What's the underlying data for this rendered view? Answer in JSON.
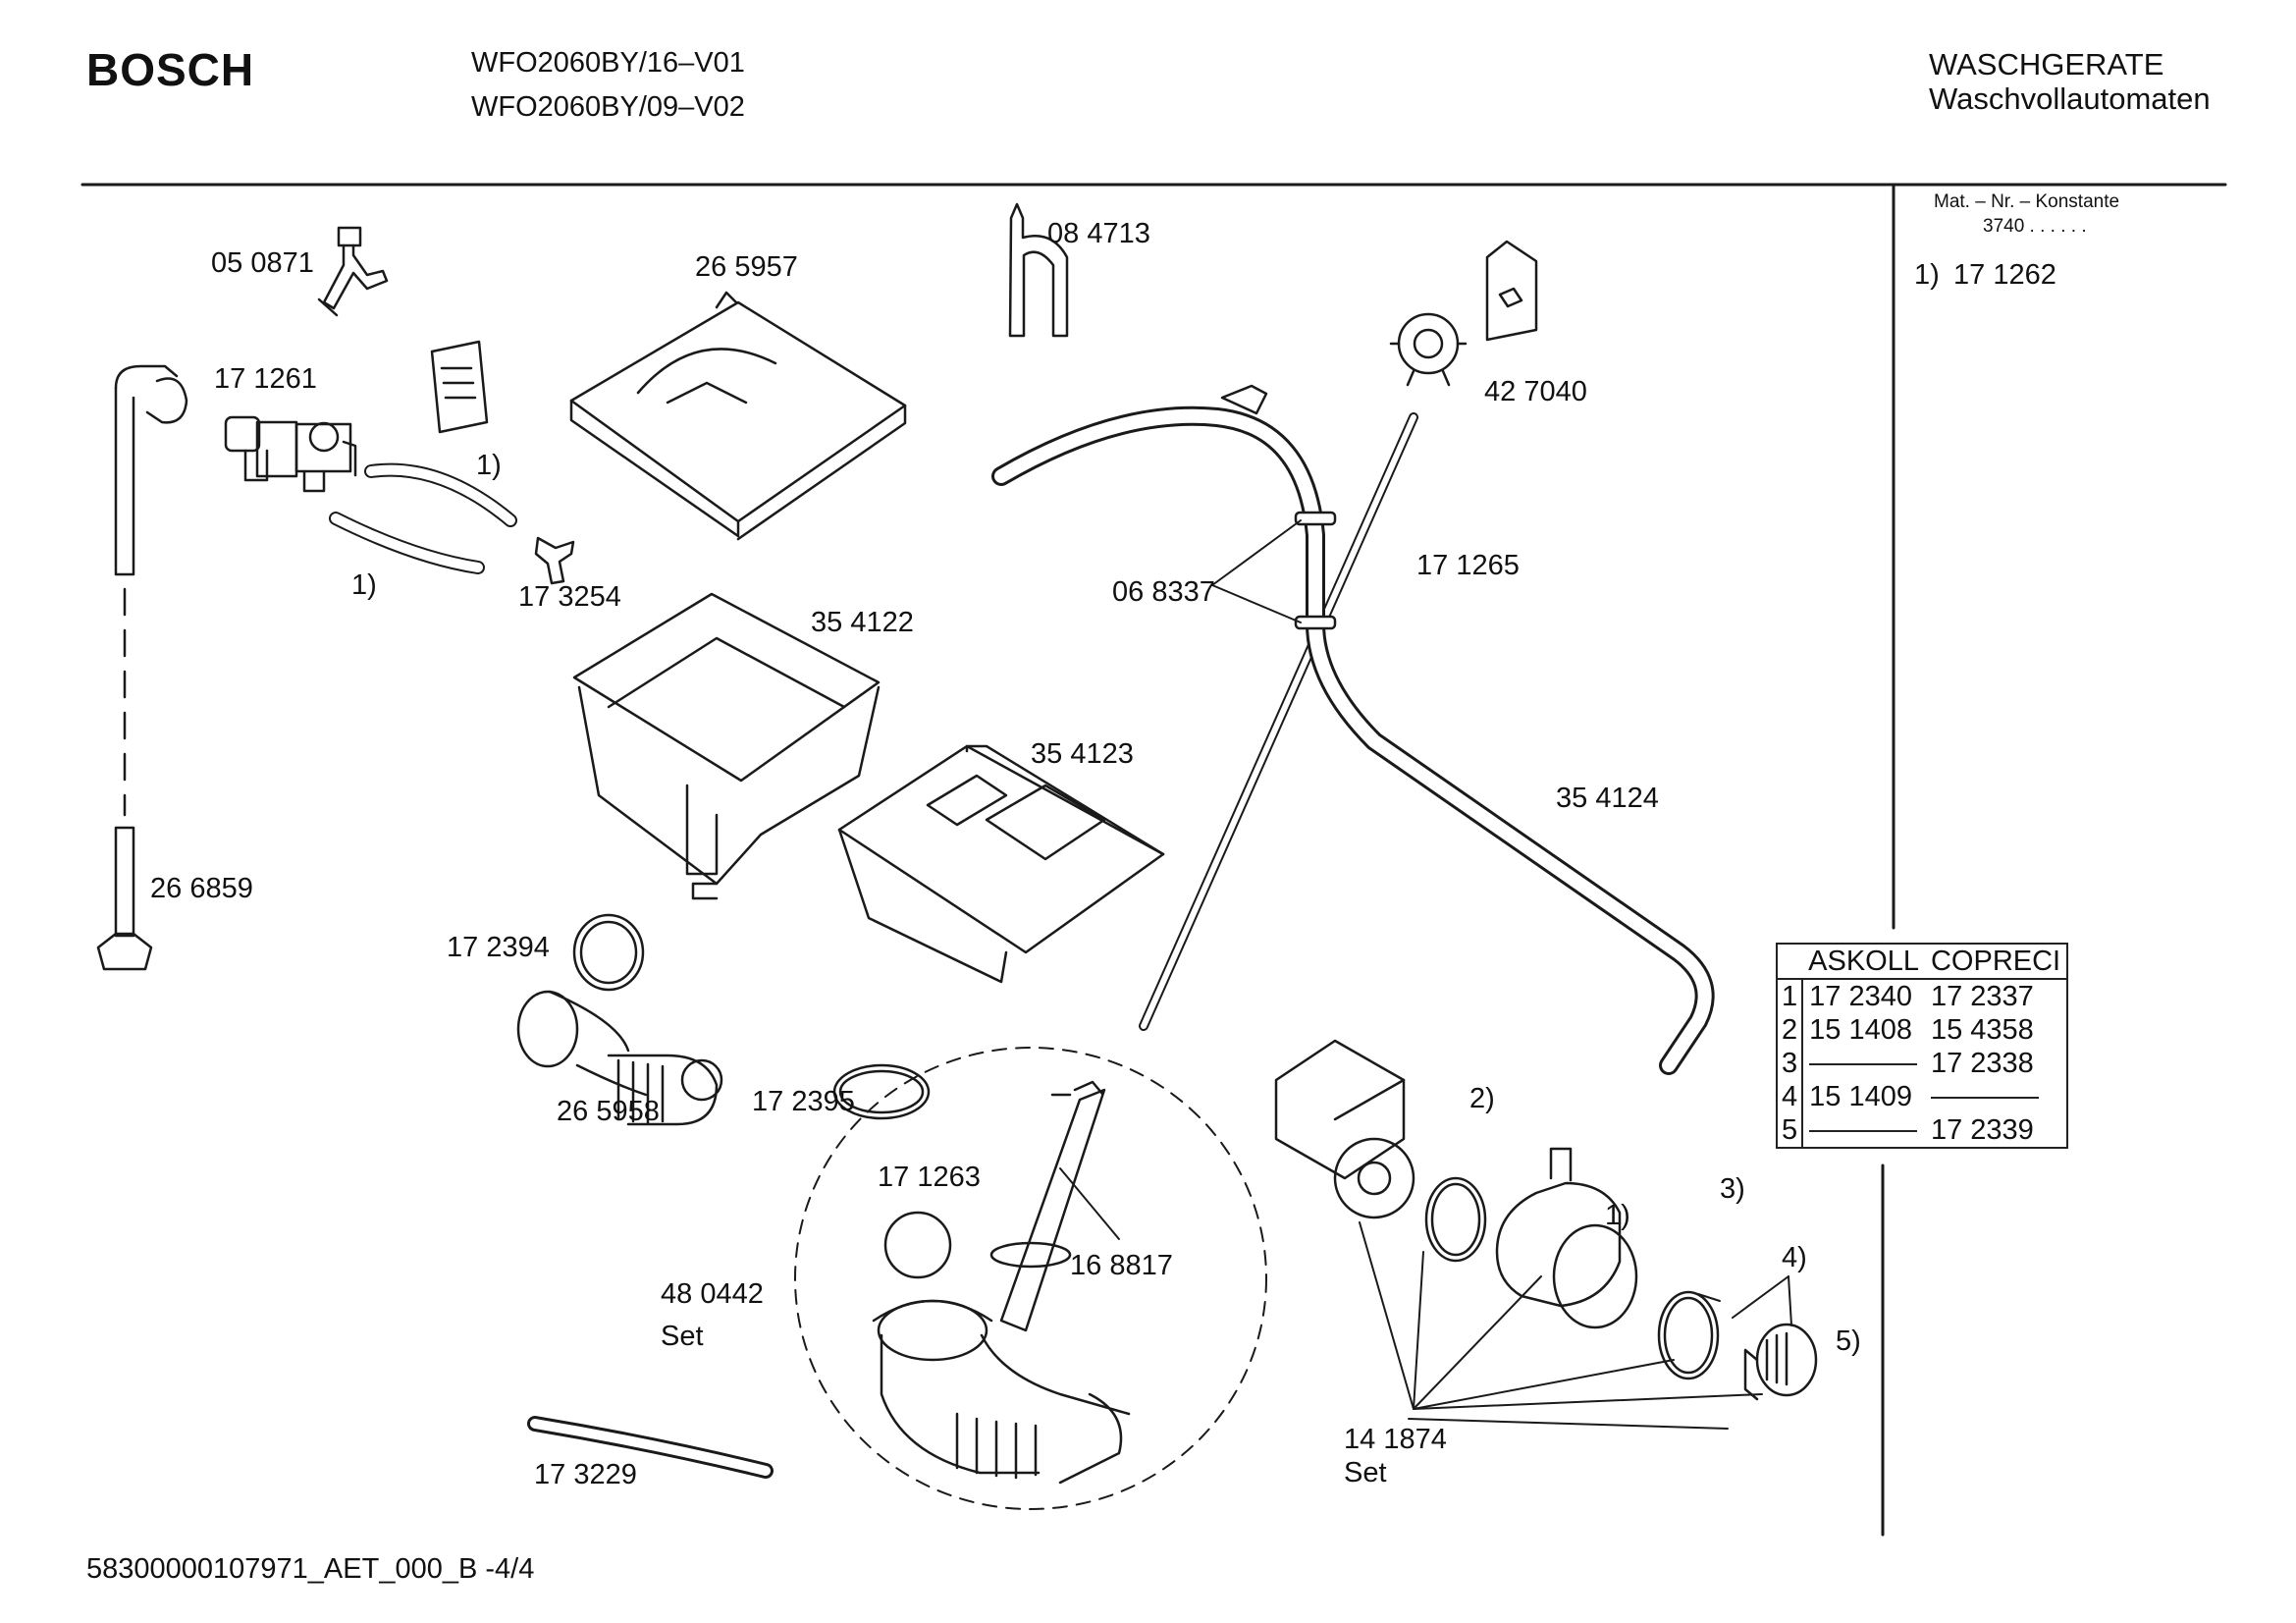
{
  "header": {
    "brand": "BOSCH",
    "models": [
      "WFO2060BY/16–V01",
      "WFO2060BY/09–V02"
    ],
    "category": "WASCHGERATE",
    "subcategory": "Waschvollautomaten"
  },
  "sidebar": {
    "mat_title": "Mat. – Nr. – Konstante",
    "mat_value": "3740  .  .  .  .  .  .",
    "note_index": "1)",
    "note_part": "17 1262"
  },
  "supplier_table": {
    "headers": [
      "",
      "ASKOLL",
      "COPRECI"
    ],
    "rows": [
      {
        "idx": "1",
        "askoll": "17 2340",
        "copreci": "17 2337"
      },
      {
        "idx": "2",
        "askoll": "15 1408",
        "copreci": "15 4358"
      },
      {
        "idx": "3",
        "askoll": "",
        "copreci": "17 2338"
      },
      {
        "idx": "4",
        "askoll": "15 1409",
        "copreci": ""
      },
      {
        "idx": "5",
        "askoll": "",
        "copreci": "17 2339"
      }
    ]
  },
  "parts": {
    "p050871": "05 0871",
    "p171261": "17 1261",
    "p265957": "26 5957",
    "p084713": "08 4713",
    "p427040": "42 7040",
    "p171265": "17 1265",
    "p068337": "06 8337",
    "p173254": "17 3254",
    "p354122": "35 4122",
    "p354123": "35 4123",
    "p354124": "35 4124",
    "p266859": "26 6859",
    "p172394": "17 2394",
    "p265958": "26 5958",
    "p172395": "17 2395",
    "p171263": "17 1263",
    "p168817": "16 8817",
    "p480442": "48 0442",
    "p480442set": "Set",
    "p173229": "17 3229",
    "p141874": "14 1874",
    "p141874set": "Set"
  },
  "callouts": {
    "c1a": "1)",
    "c1b": "1)",
    "c1c": "1)",
    "c2": "2)",
    "c3": "3)",
    "c4": "4)",
    "c5": "5)"
  },
  "footer": {
    "doc_id": "58300000107971_AET_000_B  -4/4"
  }
}
